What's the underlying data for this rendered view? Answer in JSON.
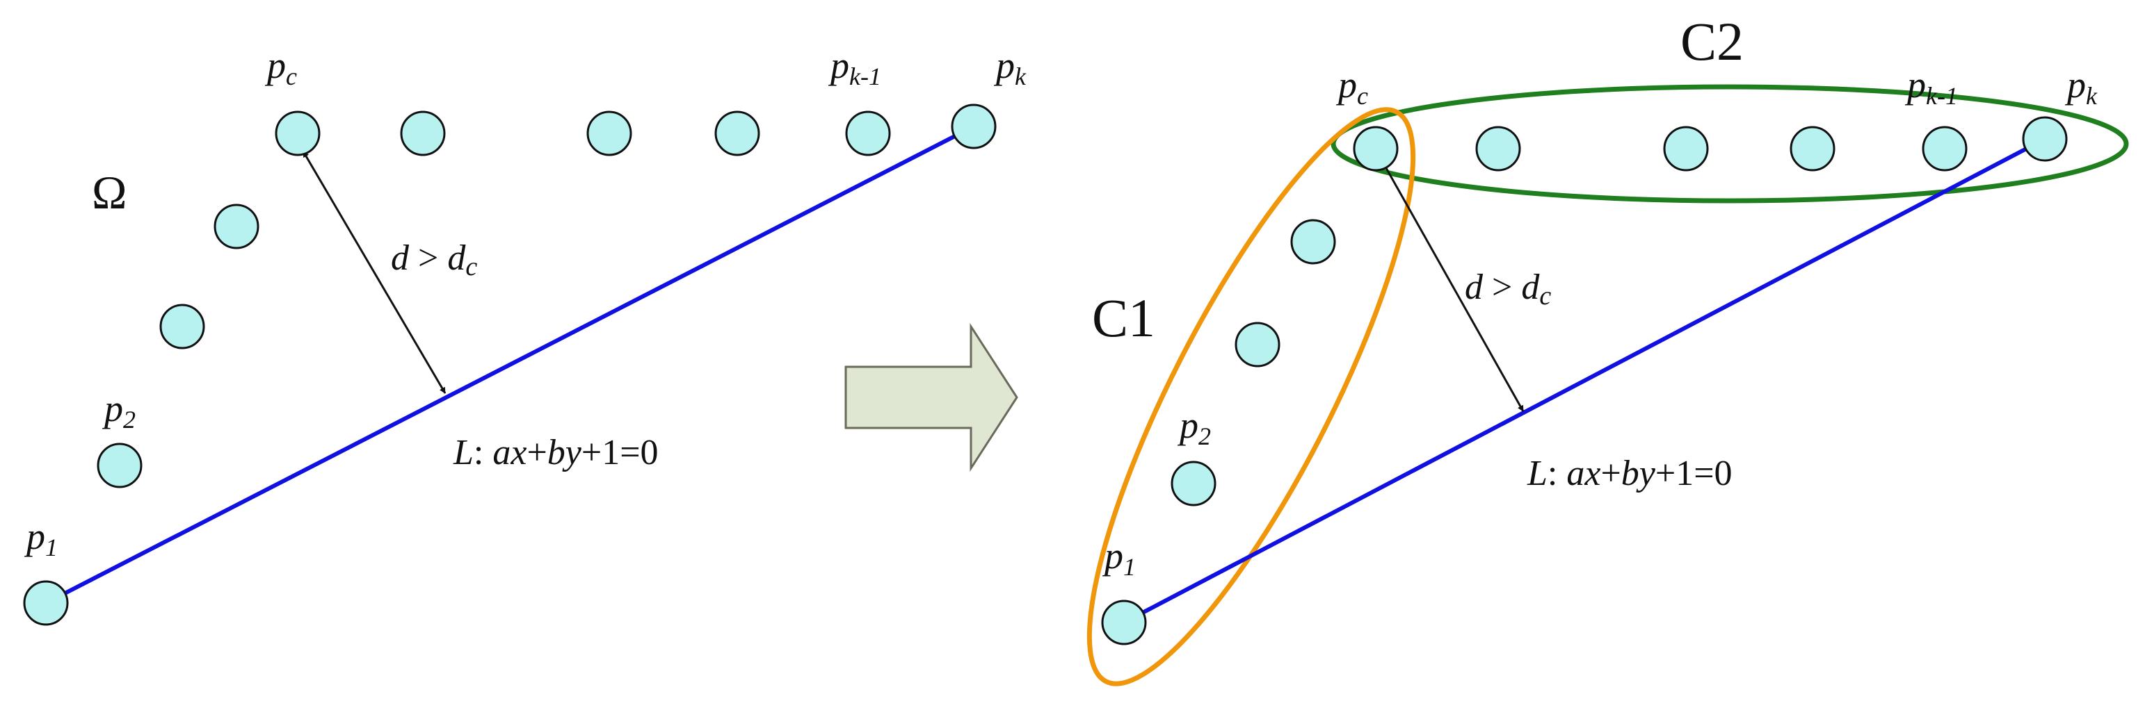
{
  "colors": {
    "point_fill": "#b8f2f0",
    "point_stroke": "#111111",
    "baseline": "#1010e0",
    "cluster_c1": "#f0960a",
    "cluster_c2": "#1f7f1f",
    "arrow_fill": "#dfe6d2",
    "arrow_stroke": "#6a6a5a"
  },
  "left_panel": {
    "omega": "Ω",
    "distance": {
      "d": "d",
      "gt": " > ",
      "dc": "d",
      "dc_sub": "c"
    },
    "line_label": {
      "L": "L",
      "colon": ": ",
      "a": "a",
      "x": "x",
      "plus1": "+",
      "b": "b",
      "y": "y",
      "rest": "+1=0"
    },
    "p1": {
      "base": "p",
      "sub": "1"
    },
    "p2": {
      "base": "p",
      "sub": "2"
    },
    "pc": {
      "base": "p",
      "sub": "c"
    },
    "pk1": {
      "base": "p",
      "sub": "k-1"
    },
    "pk": {
      "base": "p",
      "sub": "k"
    }
  },
  "right_panel": {
    "c1": "C1",
    "c2": "C2",
    "distance": {
      "d": "d",
      "gt": " > ",
      "dc": "d",
      "dc_sub": "c"
    },
    "line_label": {
      "L": "L",
      "colon": ": ",
      "a": "a",
      "x": "x",
      "plus1": "+",
      "b": "b",
      "y": "y",
      "rest": "+1=0"
    },
    "p1": {
      "base": "p",
      "sub": "1"
    },
    "p2": {
      "base": "p",
      "sub": "2"
    },
    "pc": {
      "base": "p",
      "sub": "c"
    },
    "pk1": {
      "base": "p",
      "sub": "k-1"
    },
    "pk": {
      "base": "p",
      "sub": "k"
    }
  }
}
